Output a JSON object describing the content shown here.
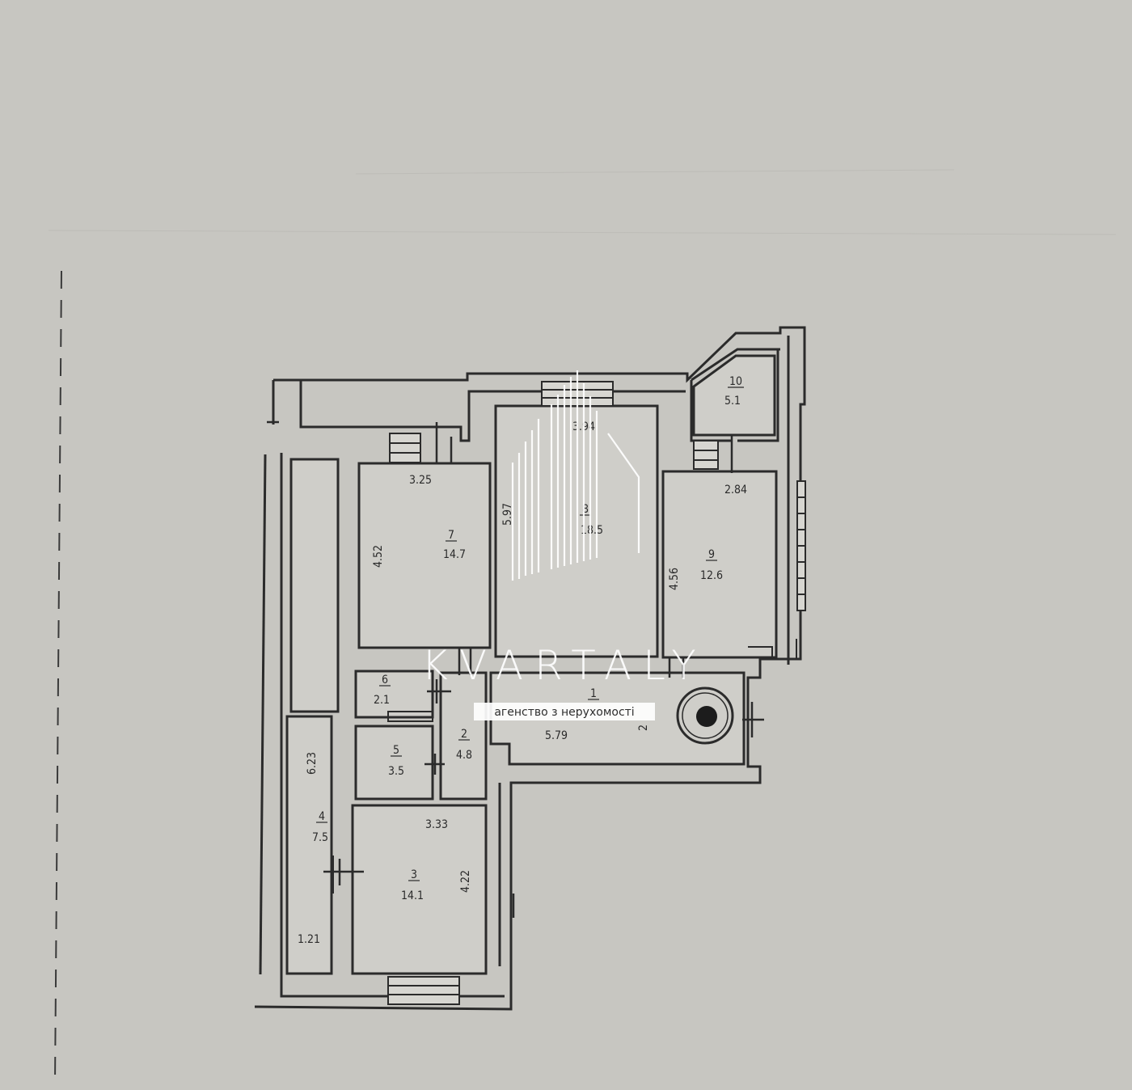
{
  "plan": {
    "rooms": [
      {
        "id": "room-1",
        "number": "1",
        "area": "",
        "dims": [
          "5.79",
          "2"
        ]
      },
      {
        "id": "room-2",
        "number": "2",
        "area": "4.8",
        "dims": []
      },
      {
        "id": "room-3",
        "number": "3",
        "area": "14.1",
        "dims": [
          "3.33",
          "4.22"
        ]
      },
      {
        "id": "room-4",
        "number": "4",
        "area": "7.5",
        "dims": [
          "6.23",
          "1.21"
        ]
      },
      {
        "id": "room-5",
        "number": "5",
        "area": "3.5",
        "dims": []
      },
      {
        "id": "room-6",
        "number": "6",
        "area": "2.1",
        "dims": []
      },
      {
        "id": "room-7",
        "number": "7",
        "area": "14.7",
        "dims": [
          "3.25",
          "4.52"
        ]
      },
      {
        "id": "room-8",
        "number": "8",
        "area": "18.5",
        "dims": [
          "3.94",
          "5.97"
        ]
      },
      {
        "id": "room-9",
        "number": "9",
        "area": "12.6",
        "dims": [
          "2.84",
          "4.56"
        ]
      },
      {
        "id": "room-10",
        "number": "10",
        "area": "5.1",
        "dims": []
      }
    ]
  },
  "watermark": {
    "brand": "KVARTALY",
    "tagline": "агенство з нерухомості",
    "color": "#ffffff"
  },
  "colors": {
    "paper": "#c7c6c1",
    "wall": "#2b2b2b",
    "fill": "#cfcec9"
  }
}
